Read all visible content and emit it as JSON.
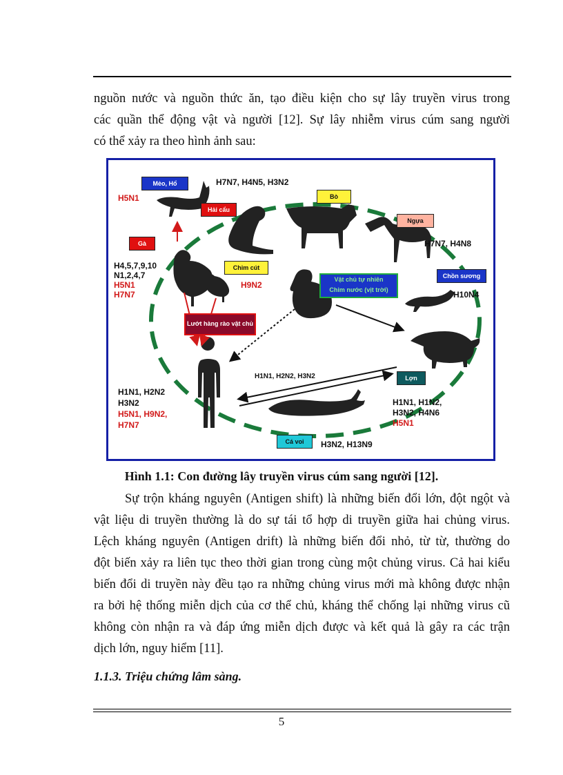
{
  "intro_lines": [
    "nguồn nước và nguồn thức ăn, tạo điều kiện cho sự lây truyền virus trong",
    "các quần thể động vật và người [12]. Sự lây nhiễm virus cúm sang người",
    "có thể xảy ra theo hình ảnh sau:"
  ],
  "figure": {
    "cat_tag": "Mèo, Hổ",
    "cat_strain": "H5N1",
    "top_strains": "H7N7, H4N5, H3N2",
    "seal_tag": "Hải cẩu",
    "cow_tag": "Bò",
    "horse_tag": "Ngựa",
    "horse_strains": "H7N7, H4N8",
    "chicken_tag": "Gà",
    "chicken_strains": [
      "H4,5,7,9,10",
      "N1,2,4,7"
    ],
    "chicken_strains_red": [
      "H5N1",
      "H7N7"
    ],
    "quail_tag": "Chim cút",
    "quail_strain": "H9N2",
    "duck_tag_lines": [
      "Vật chủ tự nhiên",
      "Chim nước (vịt trời)"
    ],
    "ferret_tag": "Chồn sương",
    "ferret_strain": "H10N4",
    "barrier_tag": "Lướt hàng rào vật chủ",
    "arrow_strains": "H1N1, H2N2, H3N2",
    "pig_tag": "Lợn",
    "pig_strains": [
      "H1N1, H1N2,",
      "H3N2, H4N6"
    ],
    "pig_strain_red": "H5N1",
    "human_strains": [
      "H1N1, H2N2",
      "H3N2"
    ],
    "human_strains_red": [
      "H5N1, H9N2,",
      "H7N7"
    ],
    "whale_tag": "Cá voi",
    "whale_strains": "H3N2, H13N9"
  },
  "caption": "Hình 1.1: Con đường lây truyền virus cúm sang người [12].",
  "body_lines": [
    "Sự trộn kháng nguyên (Antigen shift) là những biến đổi lớn, đột ngột và",
    "vật liệu di truyền thường là do sự tái tổ hợp di truyền giữa hai chủng virus.",
    "Lệch kháng nguyên (Antigen drift) là những biến đổi nhỏ, từ từ, thường do",
    "đột biến xảy ra liên tục theo thời gian trong cùng một chủng virus. Cả hai kiểu",
    "biến đổi di truyền này đều tạo ra những chủng virus mới mà không được nhận",
    "ra bởi hệ thống miễn dịch của cơ thể chủ, kháng thể chống lại những virus cũ",
    "không còn nhận ra và đáp ứng miễn dịch được và kết quả là gây ra các trận",
    "dịch lớn, nguy hiểm [11]."
  ],
  "section_heading": "1.1.3. Triệu chứng lâm sàng.",
  "page_number": "5",
  "colors": {
    "frame": "#1520a6",
    "cycle": "#1a7a3a",
    "red": "#d21a1a"
  }
}
